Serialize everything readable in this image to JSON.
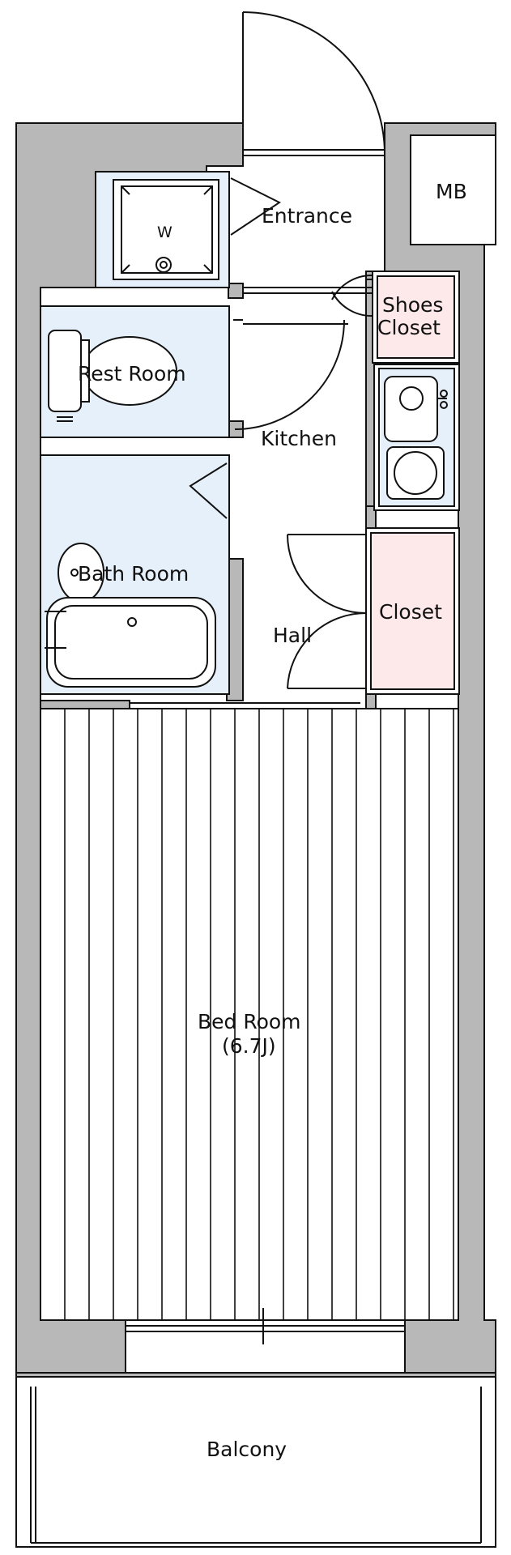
{
  "rooms": {
    "entrance": "Entrance",
    "mb": "MB",
    "washer": "W",
    "shoes_closet_line1": "Shoes",
    "shoes_closet_line2": "Closet",
    "rest_room": "Rest Room",
    "kitchen": "Kitchen",
    "bath_room": "Bath Room",
    "closet": "Closet",
    "hall": "Hall",
    "bed_room": "Bed Room",
    "bed_room_size": "(6.7J)",
    "balcony": "Balcony"
  },
  "colors": {
    "wall": "#b8b8b8",
    "wet_area": "#e6f0fb",
    "closet": "#fde8ea",
    "line": "#111111"
  }
}
